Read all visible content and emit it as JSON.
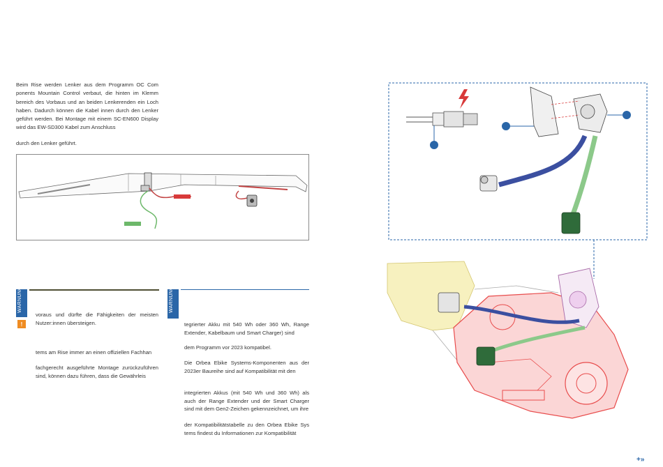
{
  "intro": {
    "paragraph1": "Beim Rise werden Lenker aus dem Programm OC Com ponents Mountain Control verbaut, die hinten im Klemm bereich des Vorbaus und an beiden Lenkerenden ein Loch haben. Dadurch können die Kabel innen durch den Lenker geführt werden. Bei Montage mit einem SC-EN600 Display wird das EW-SD300 Kabel zum Anschluss",
    "paragraph2": "durch den Lenker geführt."
  },
  "warning1": {
    "label": "WARNUNG",
    "line1": "voraus und dürfte die Fähigkeiten der meisten Nutzer:innen übersteigen.",
    "line2": "tems am Rise immer an einen offiziellen Fachhan",
    "line3": "fachgerecht ausgeführte Montage zurückzuführen sind, können dazu führen, dass die Gewährleis"
  },
  "warning2": {
    "label": "WARNUNG",
    "line1": "tegrierter Akku mit 540 Wh oder 360 Wh, Range Extender, Kabelbaum und Smart Charger) sind",
    "line2": "dem Programm vor 2023 kompatibel.",
    "line3": "Die Orbea Ebike Systems-Komponenten aus der 2023er Baureihe sind auf Kompatibilität mit den",
    "line4": "integrierten Akkus (mit 540 Wh und 360 Wh) als auch der Range Extender und der Smart Charger sind mit dem Gen2-Zeichen gekennzeichnet, um ihre",
    "line5": "der Kompatibilitätstabelle zu den Orbea Ebike Sys tems findest du Informationen zur Kompatibilität"
  },
  "nav": {
    "next_label": "+»"
  },
  "colors": {
    "accent": "#2a66a8",
    "warning_triangle": "#ef8c22",
    "cable_red": "#d83a3a",
    "cable_green": "#6db86a",
    "cable_blue": "#3b4fa0",
    "motor_red": "#e84c4c"
  }
}
